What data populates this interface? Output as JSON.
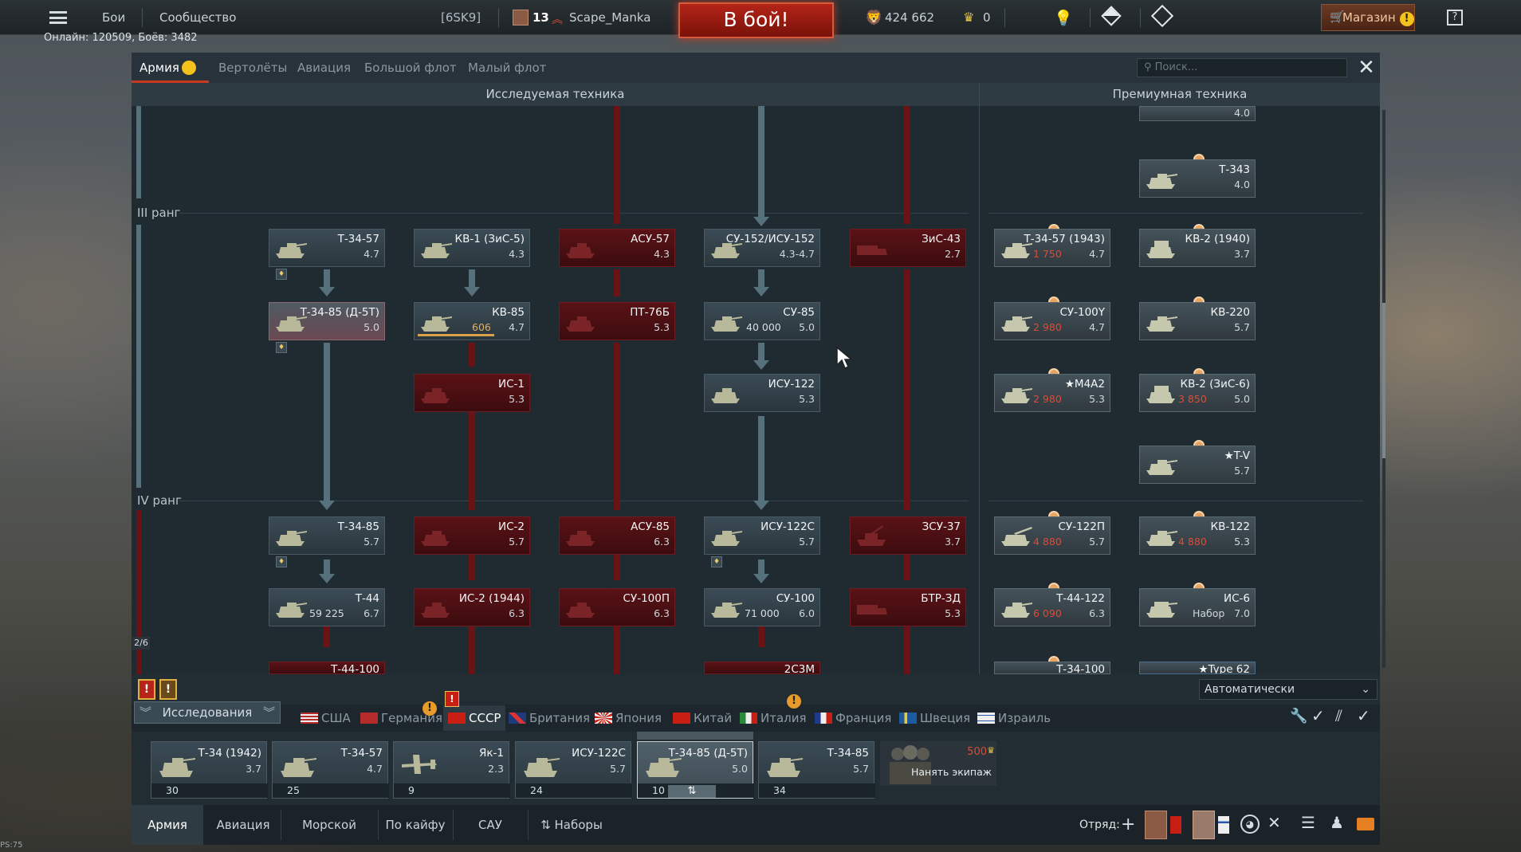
{
  "topbar": {
    "battles": "Бои",
    "community": "Сообщество",
    "clan": "[6SK9]",
    "level": "13",
    "player": "Scape_Manka",
    "battle_button": "В бой!",
    "silver": "424 662",
    "gold": "0",
    "shop": "Магазин",
    "help": "?"
  },
  "status": {
    "online": "Онлайн: 120509, Боёв: 3482",
    "fps": "PS:75"
  },
  "tabs": {
    "army": "Армия",
    "helicopters": "Вертолёты",
    "aviation": "Авиация",
    "bigfleet": "Большой флот",
    "smallfleet": "Малый флот"
  },
  "search": {
    "placeholder": "Поиск..."
  },
  "columns": {
    "research": "Исследуемая техника",
    "premium": "Премиумная техника"
  },
  "ranks": {
    "r3": "III ранг",
    "r4": "IV ранг",
    "page": "2/6"
  },
  "research_vehicles": [
    {
      "name": "Т-34-57",
      "br": "4.7"
    },
    {
      "name": "КВ-1 (ЗиС-5)",
      "br": "4.3"
    },
    {
      "name": "АСУ-57",
      "br": "4.3"
    },
    {
      "name": "СУ-152/ИСУ-152",
      "br": "4.3-4.7"
    },
    {
      "name": "ЗиС-43",
      "br": "2.7"
    },
    {
      "name": "Т-34-85 (Д-5Т)",
      "br": "5.0"
    },
    {
      "name": "КВ-85",
      "br": "4.7",
      "rp": "606"
    },
    {
      "name": "ПТ-76Б",
      "br": "5.3"
    },
    {
      "name": "СУ-85",
      "br": "5.0",
      "rp": "40 000"
    },
    {
      "name": "ИС-1",
      "br": "5.3"
    },
    {
      "name": "ИСУ-122",
      "br": "5.3"
    },
    {
      "name": "Т-34-85",
      "br": "5.7"
    },
    {
      "name": "ИС-2",
      "br": "5.7"
    },
    {
      "name": "АСУ-85",
      "br": "6.3"
    },
    {
      "name": "ИСУ-122С",
      "br": "5.7"
    },
    {
      "name": "ЗСУ-37",
      "br": "3.7"
    },
    {
      "name": "Т-44",
      "br": "6.7",
      "rp": "59 225"
    },
    {
      "name": "ИС-2 (1944)",
      "br": "6.3"
    },
    {
      "name": "СУ-100П",
      "br": "6.3"
    },
    {
      "name": "СУ-100",
      "br": "6.0",
      "rp": "71 000"
    },
    {
      "name": "БТР-ЗД",
      "br": "5.3"
    },
    {
      "name": "Т-44-100",
      "br": ""
    },
    {
      "name": "2С3М",
      "br": ""
    }
  ],
  "premium_vehicles": [
    {
      "name": "",
      "br": "4.0"
    },
    {
      "name": "Т-343",
      "br": "4.0"
    },
    {
      "name": "Т-34-57 (1943)",
      "br": "4.7",
      "cost": "1 750"
    },
    {
      "name": "КВ-2 (1940)",
      "br": "3.7"
    },
    {
      "name": "СУ-100Y",
      "br": "4.7",
      "cost": "2 980"
    },
    {
      "name": "КВ-220",
      "br": "5.7"
    },
    {
      "name": "★M4A2",
      "br": "5.3",
      "cost": "2 980"
    },
    {
      "name": "КВ-2 (ЗиС-6)",
      "br": "5.0",
      "cost": "3 850"
    },
    {
      "name": "★T-V",
      "br": "5.7"
    },
    {
      "name": "СУ-122П",
      "br": "5.7",
      "cost": "4 880"
    },
    {
      "name": "КВ-122",
      "br": "5.3",
      "cost": "4 880"
    },
    {
      "name": "Т-44-122",
      "br": "6.3",
      "cost": "6 090"
    },
    {
      "name": "ИС-6",
      "br": "7.0",
      "cost": "Набор"
    },
    {
      "name": "Т-34-100",
      "br": ""
    },
    {
      "name": "★Type 62",
      "br": ""
    }
  ],
  "bottom": {
    "research_label": "Исследования",
    "auto_select": "Автоматически"
  },
  "nations": [
    "США",
    "Германия",
    "СССР",
    "Британия",
    "Япония",
    "Китай",
    "Италия",
    "Франция",
    "Швеция",
    "Израиль"
  ],
  "crew": [
    {
      "name": "Т-34 (1942)",
      "br": "3.7",
      "crew": "30"
    },
    {
      "name": "Т-34-57",
      "br": "4.7",
      "crew": "25"
    },
    {
      "name": "Як-1",
      "br": "2.3",
      "crew": "9"
    },
    {
      "name": "ИСУ-122С",
      "br": "5.7",
      "crew": "24"
    },
    {
      "name": "Т-34-85 (Д-5Т)",
      "br": "5.0",
      "crew": "10"
    },
    {
      "name": "Т-34-85",
      "br": "5.7",
      "crew": "34"
    }
  ],
  "hire": {
    "cost": "500",
    "label": "Нанять экипаж"
  },
  "navtabs": {
    "army": "Армия",
    "aviation": "Авиация",
    "fleet": "Морской Флот",
    "fun": "По кайфу",
    "spg": "САУ",
    "sets": "Наборы"
  },
  "squad": {
    "label": "Отряд:"
  },
  "colors": {
    "accent": "#c8391f",
    "locked": "#6a1317",
    "researched": "#56707c",
    "gold": "#e7c84a"
  }
}
